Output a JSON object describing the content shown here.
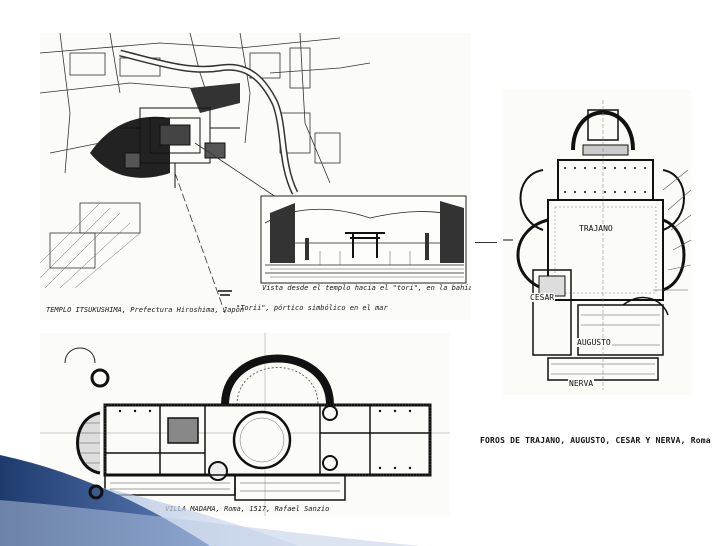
{
  "slide": {
    "colors": {
      "background": "#ffffff",
      "ribbon_dark": "#1f3b6e",
      "ribbon_mid": "#5d7fb8",
      "ribbon_light": "#b9c9e4"
    }
  },
  "figure_temple": {
    "caption_main": "TEMPLO ITSUKUSHIMA, Prefectura Hiroshima, Japón",
    "caption_view": "Vista desde el templo hacia el \"tori\", en la bahía",
    "caption_tori": "\"Torii\", pórtico simbólico en el mar"
  },
  "figure_villa": {
    "caption": "VILLA MADAMA, Roma, 1517, Rafael Sanzio"
  },
  "figure_fora": {
    "labels": {
      "trajano": "TRAJANO",
      "cesar": "CESAR",
      "augusto": "AUGUSTO",
      "nerva": "NERVA"
    },
    "caption": "FOROS DE TRAJANO, AUGUSTO, CESAR Y NERVA, Roma"
  }
}
